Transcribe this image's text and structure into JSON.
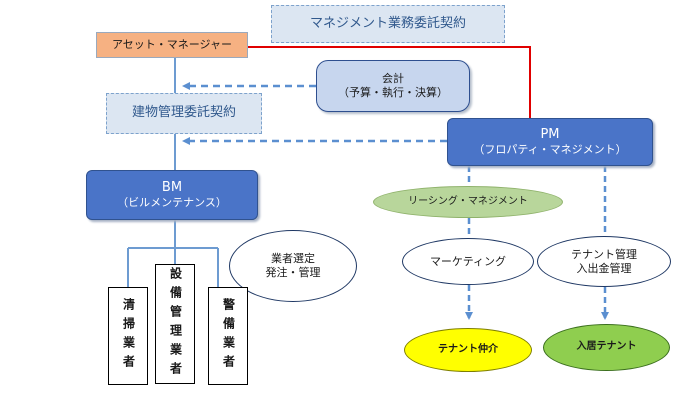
{
  "nodes": {
    "mgmt_contract": "マネジメント業務委託契約",
    "asset_manager": "アセット・マネージャー",
    "accounting": {
      "line1": "会計",
      "line2": "（予算・執行・決算）"
    },
    "bm_contract": "建物管理委託契約",
    "pm": {
      "line1": "PM",
      "line2": "（フロパティ・マネジメント）"
    },
    "bm": {
      "line1": "BM",
      "line2": "（ビルメンテナンス）"
    },
    "leasing": "リーシング・マネジメント",
    "vendor_selection": {
      "line1": "業者選定",
      "line2": "発注・管理"
    },
    "marketing": "マーケティング",
    "tenant_mgmt": {
      "line1": "テナント管理",
      "line2": "入出金管理"
    },
    "vendor_cleaning": "清掃業者",
    "vendor_equipment": "設備管理業者",
    "vendor_security": "警備業者",
    "tenant_broker": "テナント仲介",
    "tenant_in": "入居テナント"
  },
  "colors": {
    "solid_link": "#6d9bd1",
    "dashed_link": "#5b8fd0",
    "contract_link": "#e00000"
  }
}
